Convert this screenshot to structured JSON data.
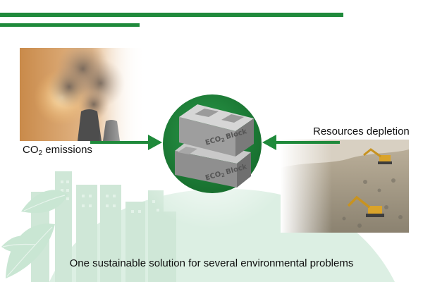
{
  "labels": {
    "left_main": "CO",
    "left_sub": "2",
    "left_rest": " emissions",
    "right": "Resources depletion",
    "footer": "One sustainable solution for several environmental problems"
  },
  "block_text": {
    "top_a": "ECO",
    "top_sub": "2",
    "top_b": "Block",
    "bottom_a": "ECO",
    "bottom_sub": "2",
    "bottom_b": "Block"
  },
  "colors": {
    "accent_green": "#1f8a3b",
    "dark_green": "#1e7a35",
    "mint": "#dcefe3",
    "mint_dark": "#c9e6d3"
  },
  "icons": {
    "left_arrow": "arrow-right-icon",
    "right_arrow": "arrow-left-icon",
    "left_image": "power-plant-smoke-photo",
    "right_image": "quarry-excavators-photo",
    "center": "eco2-concrete-block-icon"
  }
}
